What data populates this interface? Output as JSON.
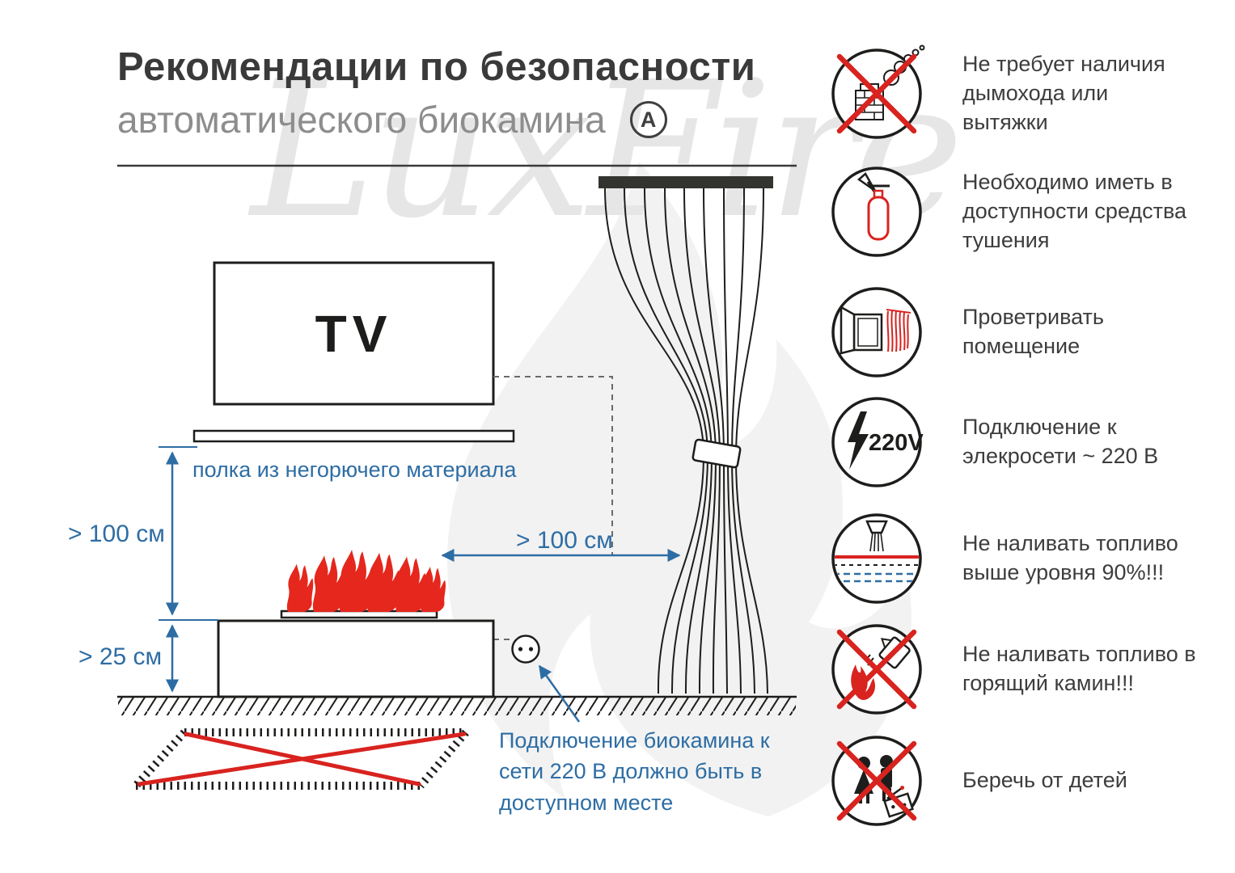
{
  "title": {
    "line1": "Рекомендации по безопасности",
    "line2": "автоматического биокамина",
    "badge": "A"
  },
  "watermark": "LuxFire",
  "diagram": {
    "tv_label": "TV",
    "shelf_label": "полка из негорючего материала",
    "dim_shelf_to_fireplace": "> 100 см",
    "dim_fireplace_to_floor": "> 25 см",
    "dim_fireplace_to_curtain": "> 100 см",
    "outlet_note": "Подключение биокамина к сети 220 В должно быть в доступном месте"
  },
  "icons": {
    "power_label": "220V"
  },
  "safety_items": [
    {
      "name": "no-chimney",
      "text": "Не требует наличия дымохода или вытяжки"
    },
    {
      "name": "extinguisher",
      "text": "Необходимо иметь в доступности средства тушения"
    },
    {
      "name": "ventilation",
      "text": "Проветривать помещение"
    },
    {
      "name": "power-220v",
      "text": "Подключение к элекросети ~ 220 В"
    },
    {
      "name": "fuel-level",
      "text": "Не наливать топливо выше уровня 90%!!!"
    },
    {
      "name": "no-refill-burning",
      "text": "Не наливать топливо в горящий камин!!!"
    },
    {
      "name": "keep-from-children",
      "text": "Беречь от детей"
    }
  ],
  "colors": {
    "accent_blue": "#2e6da4",
    "danger_red": "#d8231f",
    "outline_dark": "#1d1d1b",
    "title_dark": "#3a3a3a",
    "title_gray": "#8d8d8d",
    "watermark_gray": "#e6e6e6"
  }
}
